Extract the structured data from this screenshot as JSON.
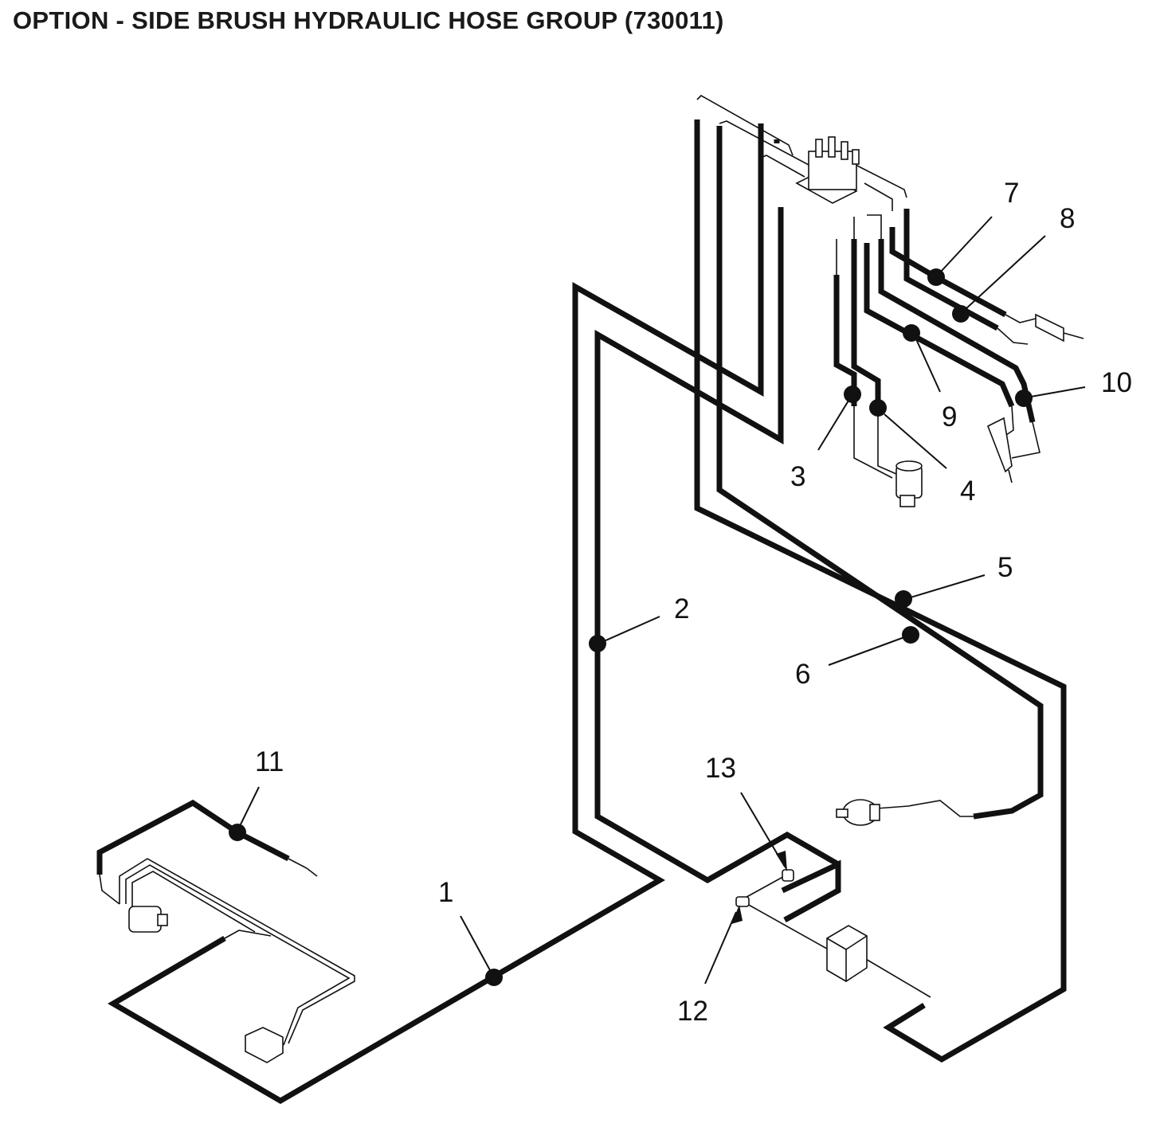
{
  "title": "OPTION - SIDE BRUSH HYDRAULIC HOSE GROUP (730011)",
  "colors": {
    "line": "#111111",
    "background": "#ffffff"
  },
  "callouts": [
    {
      "id": "1",
      "label": "1"
    },
    {
      "id": "2",
      "label": "2"
    },
    {
      "id": "3",
      "label": "3"
    },
    {
      "id": "4",
      "label": "4"
    },
    {
      "id": "5",
      "label": "5"
    },
    {
      "id": "6",
      "label": "6"
    },
    {
      "id": "7",
      "label": "7"
    },
    {
      "id": "8",
      "label": "8"
    },
    {
      "id": "9",
      "label": "9"
    },
    {
      "id": "10",
      "label": "10"
    },
    {
      "id": "11",
      "label": "11"
    },
    {
      "id": "12",
      "label": "12"
    },
    {
      "id": "13",
      "label": "13"
    }
  ]
}
